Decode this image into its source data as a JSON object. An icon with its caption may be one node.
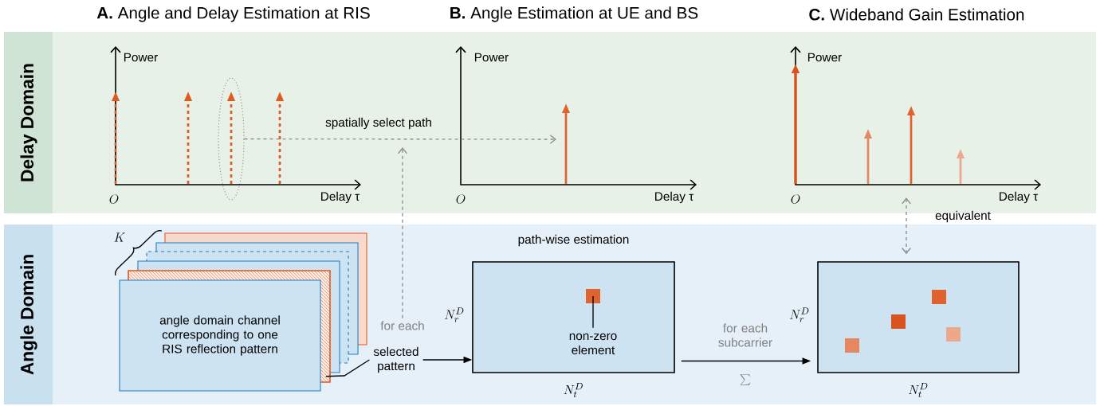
{
  "diagram": {
    "nodes": [
      {
        "text": [
          "Delay Domain"
        ]
      },
      {
        "text": [
          "Angle Domain"
        ]
      },
      {
        "text": [],
        "shape": "ellipse",
        "in": 0
      },
      {
        "text": [],
        "shape": "box",
        "in": 1
      },
      {
        "text": [],
        "shape": "box",
        "in": 1
      },
      {
        "text": [],
        "shape": "box",
        "in": 1
      },
      {
        "text": [],
        "shape": "box",
        "in": 1
      },
      {
        "text": [],
        "shape": "box",
        "in": 1
      },
      {
        "text": [
          "angle domain channel corresponding to one RIS reflection pattern"
        ],
        "in": 1
      },
      {
        "text": [
          "for each"
        ],
        "in": 1
      },
      {
        "text": [
          "selected pattern"
        ],
        "in": 1
      },
      {
        "text": [
          "path-wise estimation"
        ],
        "beside": [
          "N_r^D",
          "N_t^D"
        ],
        "in": 1
      },
      {
        "text": [],
        "shape": "box",
        "in": 11
      },
      {
        "text": [
          "non-zero element"
        ],
        "in": 11
      },
      {
        "text": [],
        "shape": "box",
        "beside": [
          "N_r^D",
          "N_t^D"
        ],
        "in": 1
      }
    ],
    "edges": [
      {
        "from": 2,
        "to": null,
        "arrow": "to",
        "label": "spatially select path",
        "style": "dashed",
        "color": "#8c8c8c"
      },
      {
        "from": 9,
        "to": null,
        "arrow": "to",
        "style": "dashed",
        "color": "#8c8c8c"
      },
      {
        "from": 7,
        "to": 10,
        "arrow": "none"
      },
      {
        "from": 10,
        "to": 11,
        "arrow": "to"
      },
      {
        "from": 13,
        "to": 12,
        "arrow": "none"
      },
      {
        "from": 11,
        "to": 14,
        "arrow": "to",
        "label": "for each subcarrier"
      },
      {
        "from": 0,
        "to": 14,
        "arrow": "both",
        "label": "equivalent",
        "style": "dashed",
        "color": "#8c8c8c"
      }
    ],
    "labels": [
      "**A.** Angle and Delay Estimation at RIS",
      "**B.** Angle Estimation at UE and BS",
      "**C.** Wideband Gain Estimation",
      "Power",
      "O",
      "Delay τ",
      "Power",
      "O",
      "Delay τ",
      "Power",
      "O",
      "Delay τ",
      "K",
      "\\sum"
    ]
  }
}
